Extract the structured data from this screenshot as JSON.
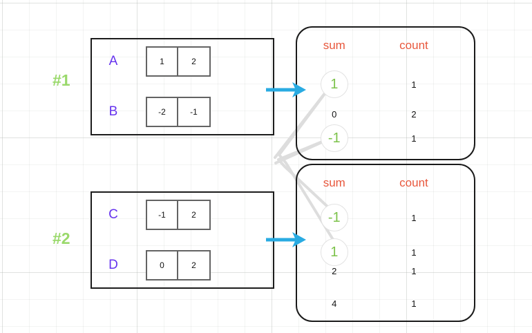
{
  "diagram": {
    "title": "sum-count aggregation merge diagram",
    "colors": {
      "group_label": "#9ad96b",
      "row_letter": "#6633ee",
      "header": "#e8573c",
      "circled_value": "#7cc24a",
      "arrow": "#29abe2",
      "block_border": "#1c1c1c",
      "cell_border": "#636363",
      "connector": "#dcdcdc",
      "grid": "#b4b9b4"
    },
    "groups": [
      {
        "label": "#1",
        "rows": [
          {
            "letter": "A",
            "cells": [
              "1",
              "2"
            ]
          },
          {
            "letter": "B",
            "cells": [
              "-2",
              "-1"
            ]
          }
        ],
        "arrow_name": "arrow-group-1"
      },
      {
        "label": "#2",
        "rows": [
          {
            "letter": "C",
            "cells": [
              "-1",
              "2"
            ]
          },
          {
            "letter": "D",
            "cells": [
              "0",
              "2"
            ]
          }
        ],
        "arrow_name": "arrow-group-2"
      }
    ],
    "panels": [
      {
        "name": "panel-1",
        "headers": {
          "sum": "sum",
          "count": "count"
        },
        "rows": [
          {
            "sum": "1",
            "count": "1",
            "circled": true
          },
          {
            "sum": "0",
            "count": "2",
            "circled": false
          },
          {
            "sum": "-1",
            "count": "1",
            "circled": true
          }
        ]
      },
      {
        "name": "panel-2",
        "headers": {
          "sum": "sum",
          "count": "count"
        },
        "rows": [
          {
            "sum": "-1",
            "count": "1",
            "circled": true
          },
          {
            "sum": "1",
            "count": "1",
            "circled": true
          },
          {
            "sum": "2",
            "count": "1",
            "circled": false
          },
          {
            "sum": "4",
            "count": "1",
            "circled": false
          }
        ]
      }
    ]
  }
}
